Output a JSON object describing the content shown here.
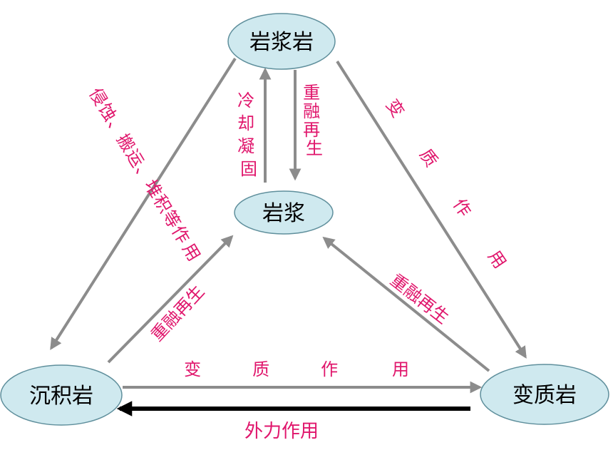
{
  "colors": {
    "node_fill": "#cfe9ef",
    "node_stroke": "#5f8f9c",
    "arrow_gray": "#8c8c8c",
    "arrow_black": "#000000",
    "label_pink": "#e0166c"
  },
  "nodes": {
    "igneous": "岩浆岩",
    "magma": "岩浆",
    "sedimentary": "沉积岩",
    "metamorphic": "变质岩"
  },
  "labels": {
    "weathering_chars": [
      "侵",
      "蚀",
      "、",
      "搬",
      "运",
      "、",
      "堆",
      "积",
      "等",
      "作",
      "用"
    ],
    "metamorphism_right_chars": [
      "变",
      "质",
      "作",
      "用"
    ],
    "metamorphism_bottom_chars": [
      "变",
      "质",
      "作",
      "用"
    ],
    "cooling_chars": [
      "冷",
      "却",
      "凝",
      "固"
    ],
    "remelting_center_chars": [
      "重",
      "融",
      "再",
      "生"
    ],
    "remelting_left": "重融再生",
    "remelting_right": "重融再生",
    "external_forces": "外力作用"
  }
}
